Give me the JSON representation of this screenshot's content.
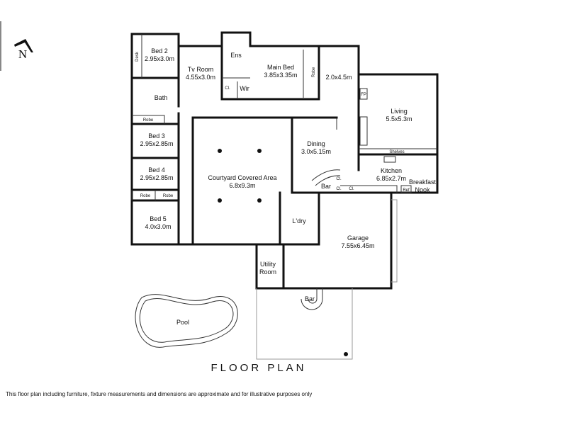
{
  "compass": {
    "letter": "N",
    "icon": "north-arrow-icon"
  },
  "rooms": {
    "bed2": {
      "name": "Bed 2",
      "size": "2.95x3.0m"
    },
    "desk": "Desk",
    "tv_room": {
      "name": "Tv Room",
      "size": "4.55x3.0m"
    },
    "ens": "Ens",
    "cl_tv": "Cl.",
    "wir": "Wir",
    "main_bed": {
      "name": "Main Bed",
      "size": "3.85x3.35m"
    },
    "robe_main": "Robe",
    "hall": {
      "size": "2.0x4.5m"
    },
    "fp": "FP",
    "living": {
      "name": "Living",
      "size": "5.5x5.3m"
    },
    "shelves": "Shelves",
    "bath": "Bath",
    "robe_bath": "Robe",
    "bed3": {
      "name": "Bed 3",
      "size": "2.95x2.85m"
    },
    "bed4": {
      "name": "Bed 4",
      "size": "2.95x2.85m"
    },
    "robe_a": "Robe",
    "robe_b": "Robe",
    "bed5": {
      "name": "Bed 5",
      "size": "4.0x3.0m"
    },
    "courtyard": {
      "name": "Courtyard Covered Area",
      "size": "6.8x9.3m"
    },
    "dining": {
      "name": "Dining",
      "size": "3.0x5.15m"
    },
    "bar": "Bar",
    "cl1": "Cl.",
    "cl2": "Cl.",
    "cl3": "Cl.",
    "kitchen": {
      "name": "Kitchen",
      "size": "6.85x2.7m"
    },
    "ref": "Ref",
    "breakfast": {
      "line1": "Breakfast",
      "line2": "Nook"
    },
    "laundry": "L'dry",
    "garage": {
      "name": "Garage",
      "size": "7.55x6.45m"
    },
    "utility": {
      "line1": "Utility",
      "line2": "Room"
    },
    "bar_outdoor": "Bar",
    "pool": "Pool"
  },
  "title": "FLOOR PLAN",
  "disclaimer": "This floor plan including furniture, fixture measurements and dimensions are approximate and for illustrative purposes only"
}
